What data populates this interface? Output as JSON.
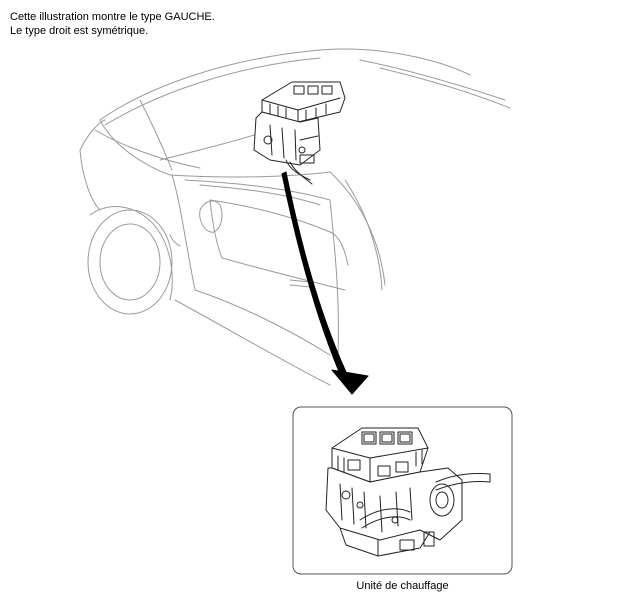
{
  "note": {
    "line1": "Cette illustration montre le type GAUCHE.",
    "line2": "Le type droit est symétrique."
  },
  "detail": {
    "caption": "Unité de chauffage"
  }
}
